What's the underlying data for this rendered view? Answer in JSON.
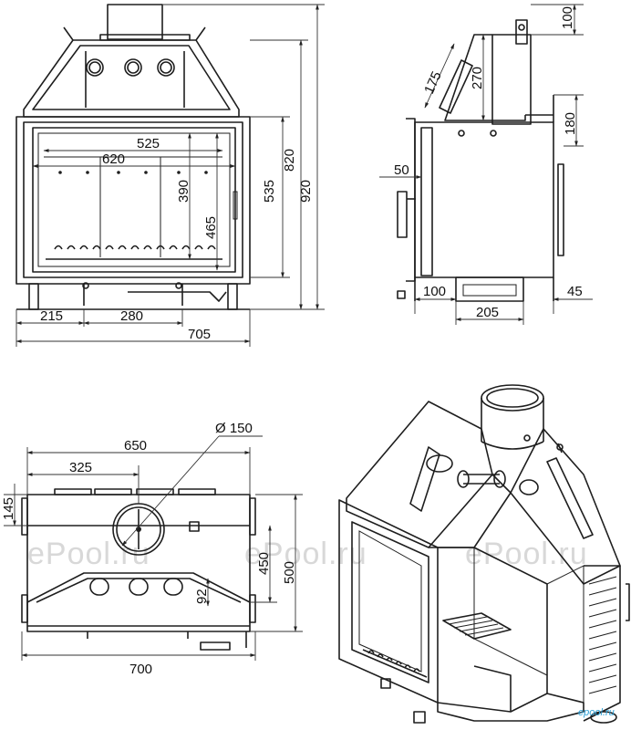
{
  "watermark": "ePool.ru",
  "front_view": {
    "dims": [
      "525",
      "620",
      "390",
      "465",
      "535",
      "820",
      "920",
      "215",
      "280",
      "705"
    ]
  },
  "side_view": {
    "dims": [
      "100",
      "175",
      "270",
      "180",
      "50",
      "100",
      "45",
      "205"
    ]
  },
  "top_view": {
    "dims": [
      "Ø 150",
      "650",
      "325",
      "145",
      "450",
      "500",
      "92",
      "700"
    ]
  },
  "brand_logo": "epool.ru"
}
